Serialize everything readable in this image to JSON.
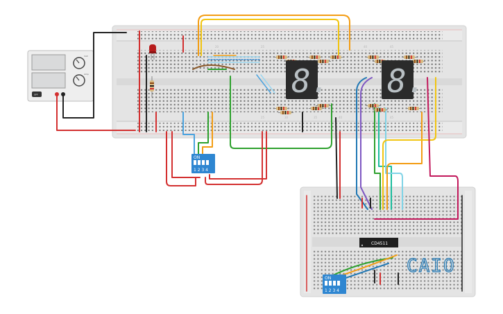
{
  "ic": {
    "label": "CD4511"
  },
  "switch_main": {
    "on_label": "ON",
    "numbers": "1 2 3 4"
  },
  "switch_lower": {
    "on_label": "ON",
    "numbers": "1 2 3 4"
  },
  "logo": {
    "text": "CAIO"
  },
  "display_left": {
    "digit": "8."
  },
  "display_right": {
    "digit": "8."
  },
  "power_supply": {
    "voltage_label": "Volt",
    "current_label": "Amp",
    "button_label": "OFF"
  },
  "colors": {
    "board": "#e6e6e6",
    "rail_red": "#d32f2f",
    "rail_dark": "#222222",
    "display": "#2a2a2a",
    "segment": "#b9c0c4",
    "switch": "#2e86d1",
    "ic": "#1f1f1f"
  }
}
